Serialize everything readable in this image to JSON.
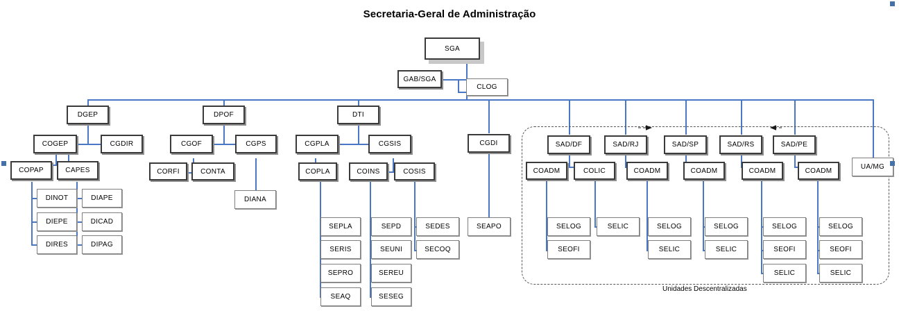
{
  "title": "Secretaria-Geral de Administração",
  "colors": {
    "connector": "#4a77c4",
    "box_border_bold": "#3a3a3a",
    "box_border_thin": "#7f7f7f",
    "dashed_border": "#555555",
    "marker": "#4472a8",
    "text": "#000000",
    "background": "#ffffff"
  },
  "dashed_group": {
    "label": "Unidades Descentralizadas"
  },
  "root": {
    "label": "SGA"
  },
  "staff": [
    {
      "label": "GAB/SGA"
    },
    {
      "label": "CLOG"
    }
  ],
  "directorates": [
    {
      "label": "DGEP"
    },
    {
      "label": "DPOF"
    },
    {
      "label": "DTI"
    },
    {
      "label": "CGDI"
    }
  ],
  "coordinations": [
    {
      "label": "COGEP"
    },
    {
      "label": "CGDIR"
    },
    {
      "label": "CGOF"
    },
    {
      "label": "CGPS"
    },
    {
      "label": "CGPLA"
    },
    {
      "label": "CGSIS"
    }
  ],
  "divisions": [
    {
      "label": "COPAP"
    },
    {
      "label": "CAPES"
    },
    {
      "label": "CORFI"
    },
    {
      "label": "CONTA"
    },
    {
      "label": "COPLA"
    },
    {
      "label": "COINS"
    },
    {
      "label": "COSIS"
    }
  ],
  "dgep_leaves_left": [
    {
      "label": "DINOT"
    },
    {
      "label": "DIEPE"
    },
    {
      "label": "DIRES"
    }
  ],
  "dgep_leaves_right": [
    {
      "label": "DIAPE"
    },
    {
      "label": "DICAD"
    },
    {
      "label": "DIPAG"
    }
  ],
  "cgps_leaves": [
    {
      "label": "DIANA"
    }
  ],
  "copla_leaves": [
    {
      "label": "SEPLA"
    },
    {
      "label": "SERIS"
    },
    {
      "label": "SEPRO"
    },
    {
      "label": "SEAQ"
    }
  ],
  "coins_leaves": [
    {
      "label": "SEPD"
    },
    {
      "label": "SEUNI"
    },
    {
      "label": "SEREU"
    },
    {
      "label": "SESEG"
    }
  ],
  "cosis_leaves": [
    {
      "label": "SEDES"
    },
    {
      "label": "SECOQ"
    }
  ],
  "cgdi_leaves": [
    {
      "label": "SEAPO"
    }
  ],
  "regional_units": [
    {
      "label": "SAD/DF",
      "sections": [
        {
          "label": "COADM",
          "leaves": [
            {
              "label": "SELOG"
            },
            {
              "label": "SEOFI"
            }
          ]
        },
        {
          "label": "COLIC",
          "leaves": [
            {
              "label": "SELIC"
            }
          ]
        }
      ]
    },
    {
      "label": "SAD/RJ",
      "sections": [
        {
          "label": "COADM",
          "leaves": [
            {
              "label": "SELOG"
            },
            {
              "label": "SELIC"
            }
          ]
        }
      ]
    },
    {
      "label": "SAD/SP",
      "sections": [
        {
          "label": "COADM",
          "leaves": [
            {
              "label": "SELOG"
            },
            {
              "label": "SELIC"
            }
          ]
        }
      ]
    },
    {
      "label": "SAD/RS",
      "sections": [
        {
          "label": "COADM",
          "leaves": [
            {
              "label": "SELOG"
            },
            {
              "label": "SEOFI"
            },
            {
              "label": "SELIC"
            }
          ]
        }
      ]
    },
    {
      "label": "SAD/PE",
      "sections": [
        {
          "label": "COADM",
          "leaves": [
            {
              "label": "SELOG"
            },
            {
              "label": "SEOFI"
            },
            {
              "label": "SELIC"
            }
          ]
        }
      ]
    }
  ],
  "independent_unit": {
    "label": "UA/MG"
  }
}
